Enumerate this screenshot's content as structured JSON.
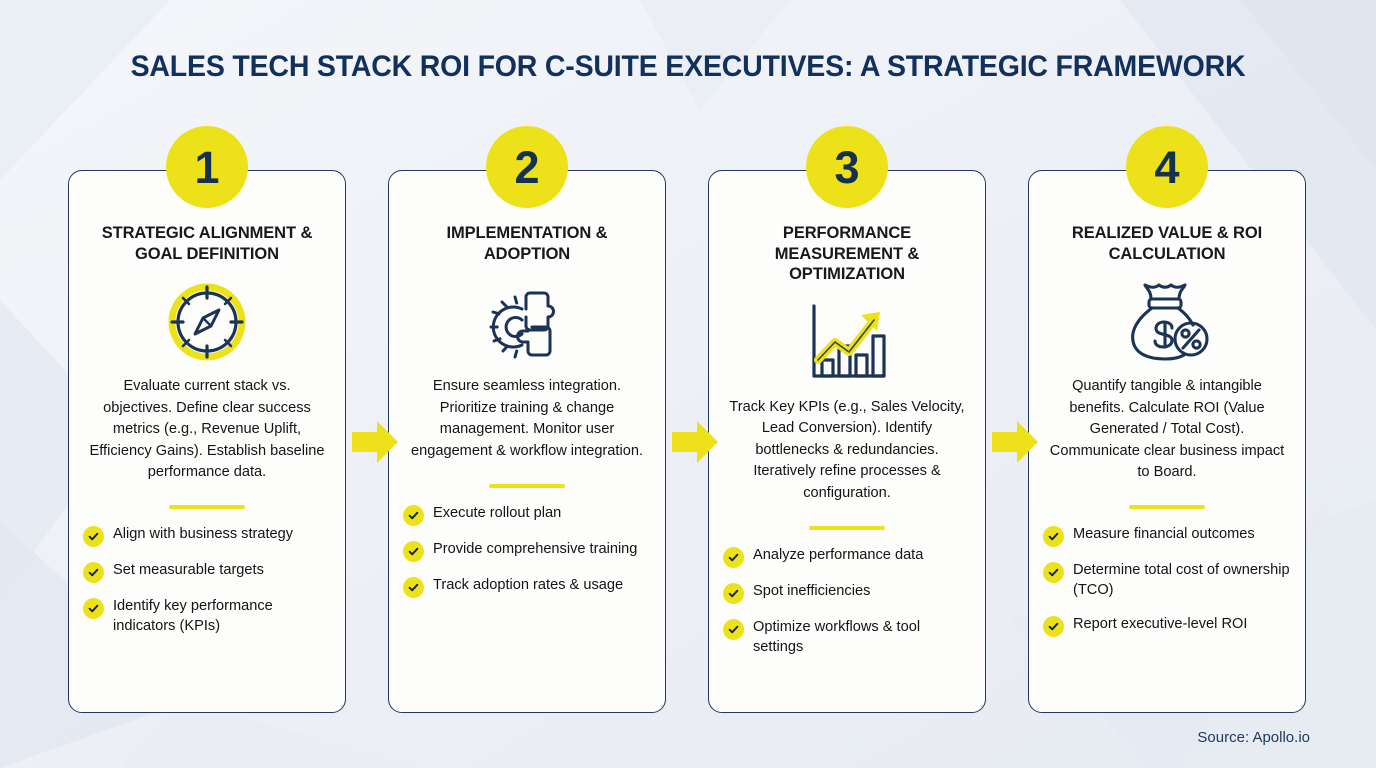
{
  "header": {
    "title": "SALES TECH STACK ROI FOR C-SUITE EXECUTIVES: A STRATEGIC FRAMEWORK"
  },
  "footer": {
    "source": "Source: Apollo.io"
  },
  "theme": {
    "accent_yellow": "#EDE21A",
    "navy": "#16314f",
    "title_navy": "#12305c",
    "card_border": "#23385c",
    "background": "#eef1f6",
    "card_bg": "#fdfdfc"
  },
  "steps": [
    {
      "number": "1",
      "title": "STRATEGIC ALIGNMENT & GOAL DEFINITION",
      "icon": "compass-icon",
      "description": "Evaluate current stack vs. objectives. Define clear success metrics (e.g., Revenue Uplift, Efficiency Gains). Establish baseline performance data.",
      "bullets": [
        "Align with business strategy",
        "Set measurable targets",
        "Identify key performance indicators (KPIs)"
      ]
    },
    {
      "number": "2",
      "title": "IMPLEMENTATION & ADOPTION",
      "icon": "gear-puzzle-icon",
      "description": "Ensure seamless integration. Prioritize training & change management. Monitor user engagement & workflow integration.",
      "bullets": [
        "Execute rollout plan",
        "Provide comprehensive training",
        "Track adoption rates & usage"
      ]
    },
    {
      "number": "3",
      "title": "PERFORMANCE MEASUREMENT & OPTIMIZATION",
      "icon": "growth-chart-icon",
      "description": "Track Key KPIs (e.g., Sales Velocity, Lead Conversion). Identify bottlenecks & redundancies. Iteratively refine processes & configuration.",
      "bullets": [
        "Analyze performance data",
        "Spot inefficiencies",
        "Optimize workflows & tool settings"
      ]
    },
    {
      "number": "4",
      "title": "REALIZED VALUE & ROI CALCULATION",
      "icon": "money-bag-percent-icon",
      "description": "Quantify tangible & intangible benefits. Calculate ROI (Value Generated / Total Cost). Communicate clear business impact to Board.",
      "bullets": [
        "Measure financial outcomes",
        "Determine total cost of ownership (TCO)",
        "Report executive-level ROI"
      ]
    }
  ],
  "connectors": [
    {
      "name": "arrow-step-1-to-2"
    },
    {
      "name": "arrow-step-2-to-3"
    },
    {
      "name": "arrow-step-3-to-4"
    }
  ]
}
